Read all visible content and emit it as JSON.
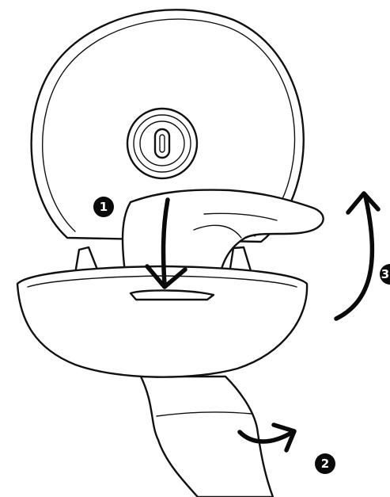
{
  "steps": [
    {
      "number": "1"
    },
    {
      "number": "2"
    },
    {
      "number": "3"
    }
  ],
  "colors": {
    "ink": "#111111",
    "background": "#ffffff"
  },
  "icons": [
    "dispenser-housing",
    "key-lock-icon",
    "tissue-roll",
    "arrow-down-icon",
    "arrow-rotate-icon",
    "arrow-up-icon"
  ]
}
